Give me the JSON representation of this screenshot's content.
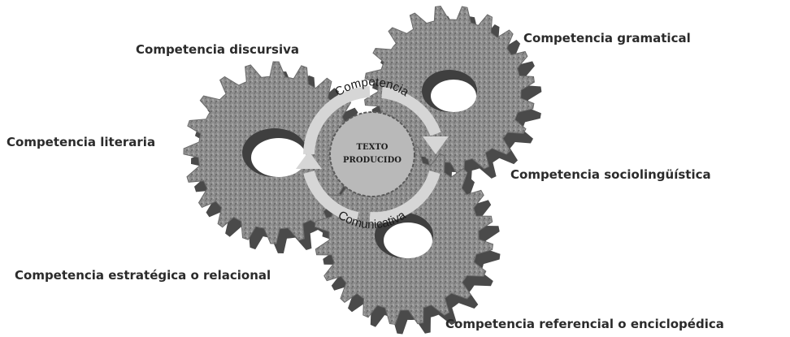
{
  "diagram": {
    "labels": {
      "discursiva": "Competencia discursiva",
      "gramatical": "Competencia gramatical",
      "literaria": "Competencia literaria",
      "sociolinguistica": "Competencia sociolingüística",
      "estrategica": "Competencia estratégica o relacional",
      "referencial": "Competencia referencial o enciclopédica"
    },
    "center": {
      "line1": "TEXTO",
      "line2": "PRODUCIDO"
    },
    "ring": {
      "top": "Competencia",
      "bottom": "Comunicativa"
    },
    "colors": {
      "gear_face": "#8e8e8e",
      "gear_side": "#4a4a4a",
      "ring_arrows": "#d6d6d6",
      "center_disc": "#b9b9b9",
      "label_text": "#2b2b2b"
    }
  }
}
